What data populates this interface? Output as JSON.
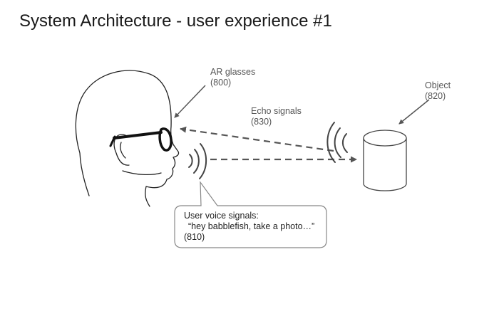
{
  "title": "System Architecture - user experience #1",
  "ar_glasses": {
    "name": "AR glasses",
    "ref": "(800)"
  },
  "object": {
    "name": "Object",
    "ref": "(820)"
  },
  "echo_signals": {
    "name": "Echo signals",
    "ref": "(830)"
  },
  "user_voice": {
    "name": "User voice signals:",
    "quote": "“hey babblefish, take a photo…”",
    "ref": "(810)"
  },
  "colors": {
    "stroke": "#555555",
    "text": "#555555",
    "title": "#1a1a1a"
  }
}
